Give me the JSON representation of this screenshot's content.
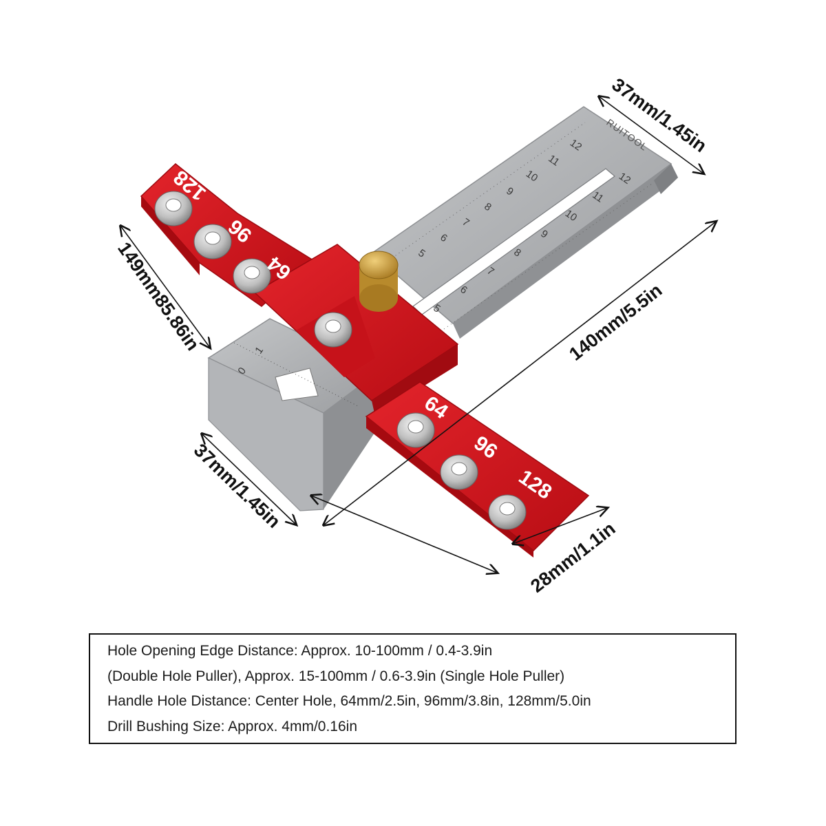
{
  "product": {
    "brand": "RUITOOL"
  },
  "dimensions": {
    "top_width": "37mm/1.45in",
    "total_length": "149mm85.86in",
    "ruler_length": "140mm/5.5in",
    "block_width": "37mm/1.45in",
    "arm_width": "28mm/1.1in"
  },
  "arm_labels": {
    "upper": [
      "128",
      "96",
      "64"
    ],
    "lower": [
      "64",
      "96",
      "128"
    ]
  },
  "ruler_scale": {
    "upper_track": [
      "5",
      "6",
      "7",
      "8",
      "9",
      "10",
      "11",
      "12"
    ],
    "lower_track": [
      "5",
      "6",
      "7",
      "8",
      "9",
      "10",
      "11",
      "12"
    ],
    "block": [
      "0",
      "1"
    ]
  },
  "specs": [
    "Hole Opening Edge Distance: Approx. 10-100mm / 0.4-3.9in",
    "(Double Hole Puller), Approx. 15-100mm / 0.6-3.9in (Single Hole Puller)",
    "Handle Hole Distance: Center Hole, 64mm/2.5in, 96mm/3.8in, 128mm/5.0in",
    "Drill Bushing Size: Approx. 4mm/0.16in"
  ],
  "colors": {
    "red_anodized": "#d0121b",
    "aluminum": "#a9abae",
    "brass_knob": "#c9a040",
    "border": "#111111"
  }
}
